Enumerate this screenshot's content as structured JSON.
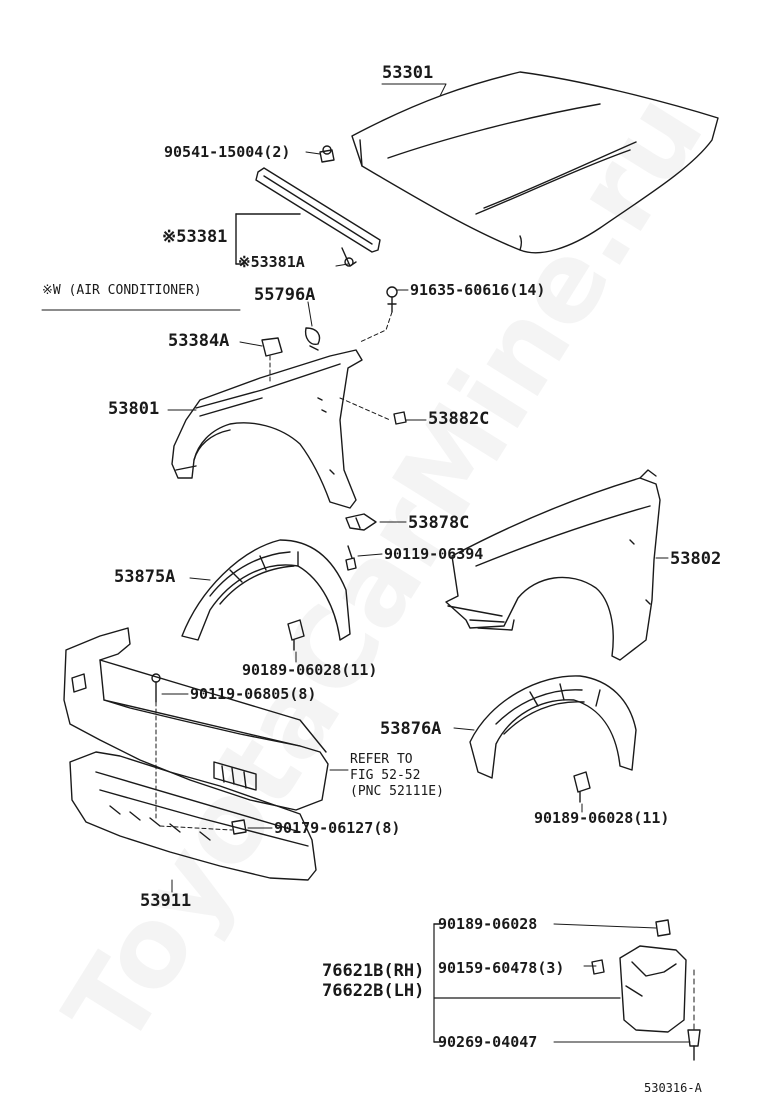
{
  "watermark": "ToyotaCarMine.ru",
  "note": "※W (AIR CONDITIONER)",
  "refer": {
    "line1": "REFER TO",
    "line2": "FIG 52-52",
    "line3": "(PNC 52111E)"
  },
  "diagram_code": "530316-A",
  "labels": {
    "p53301": "53301",
    "p90541": "90541-15004(2)",
    "p53381": "※53381",
    "p53381a": "※53381A",
    "p55796a": "55796A",
    "p91635": "91635-60616(14)",
    "p53384a": "53384A",
    "p53801": "53801",
    "p53882c": "53882C",
    "p53878c": "53878C",
    "p90119a": "90119-06394",
    "p53802": "53802",
    "p53875a": "53875A",
    "p90189a": "90189-06028(11)",
    "p90119b": "90119-06805(8)",
    "p53876a": "53876A",
    "p90179": "90179-06127(8)",
    "p90189b": "90189-06028(11)",
    "p53911": "53911",
    "p90189c": "90189-06028",
    "p76621b": "76621B(RH)",
    "p76622b": "76622B(LH)",
    "p90159": "90159-60478(3)",
    "p90269": "90269-04047"
  }
}
